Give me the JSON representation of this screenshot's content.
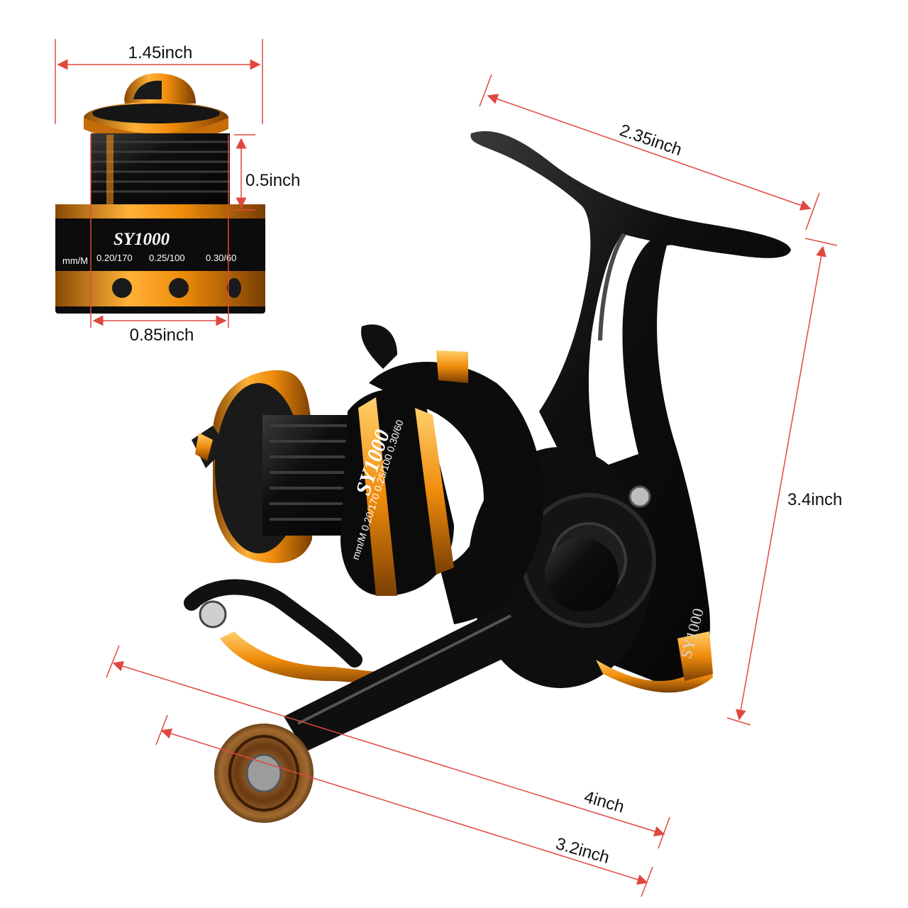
{
  "colors": {
    "dimension_line": "#e0483f",
    "reel_black": "#121212",
    "accent_orange": "#f08c0c",
    "wood_knob": "#7a4a1c"
  },
  "spool_detail": {
    "brand": "SY1000",
    "unit": "mm/M",
    "capacities": [
      "0.20/170",
      "0.25/100",
      "0.30/60"
    ]
  },
  "reel": {
    "spool_brand": "SY1000",
    "spool_spec": "mm/M 0.20/170 0.25/100 0.30/60",
    "body_brand": "SY1000"
  },
  "dimensions": {
    "spool_width": "1.45inch",
    "spool_line_height": "0.5inch",
    "spool_inner_width": "0.85inch",
    "handle_length": "2.35inch",
    "reel_height": "3.4inch",
    "overall_length": "4inch",
    "handle_reach": "3.2inch"
  }
}
